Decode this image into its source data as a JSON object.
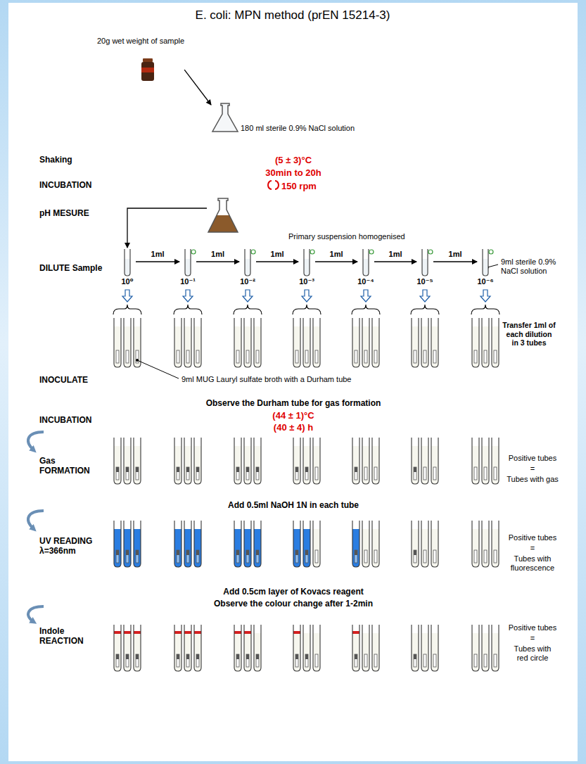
{
  "diagram": {
    "title": "E. coli: MPN method (prEN 15214-3)",
    "nodes": [
      {
        "text": [
          "20g wet weight of sample"
        ]
      },
      {
        "text": [
          "180 ml sterile 0.9% NaCl solution"
        ]
      },
      {
        "text": [
          "Primary suspension homogenised"
        ]
      },
      {
        "text": [
          "10⁰"
        ]
      },
      {
        "text": [
          "10⁻¹"
        ]
      },
      {
        "text": [
          "10⁻²"
        ]
      },
      {
        "text": [
          "10⁻³"
        ]
      },
      {
        "text": [
          "10⁻⁴"
        ]
      },
      {
        "text": [
          "10⁻⁵"
        ]
      },
      {
        "text": [
          "10⁻⁶"
        ]
      }
    ],
    "edges": [
      {
        "from": 0,
        "to": 1,
        "arrow": "to"
      },
      {
        "from": 2,
        "to": 3,
        "arrow": "to"
      },
      {
        "from": 3,
        "to": 4,
        "label": "1ml",
        "arrow": "to"
      },
      {
        "from": 4,
        "to": 5,
        "label": "1ml",
        "arrow": "to"
      },
      {
        "from": 5,
        "to": 6,
        "label": "1ml",
        "arrow": "to"
      },
      {
        "from": 6,
        "to": 7,
        "label": "1ml",
        "arrow": "to"
      },
      {
        "from": 7,
        "to": 8,
        "label": "1ml",
        "arrow": "to"
      },
      {
        "from": 8,
        "to": 9,
        "label": "1ml",
        "arrow": "to"
      }
    ],
    "labels": [
      "Shaking",
      "INCUBATION",
      "(5 ± 3)°C",
      "30min to 20h",
      "150 rpm",
      "pH MESURE",
      "DILUTE Sample",
      "9ml sterile 0.9% NaCl solution",
      "Transfer 1ml of each dilution in 3 tubes",
      "INOCULATE",
      "9ml MUG Lauryl sulfate broth with a Durham tube",
      "Observe the Durham tube for gas formation",
      "INCUBATION",
      "(44 ± 1)°C",
      "(40 ± 4) h",
      "Gas FORMATION",
      "Positive tubes",
      "=",
      "Tubes with gas",
      "Add 0.5ml NaOH 1N in each tube",
      "UV READING λ=366nm",
      "Positive tubes",
      "=",
      "Tubes with fluorescence",
      "Add 0.5cm layer of Kovacs reagent",
      "Observe the colour change after 1-2min",
      "Indole REACTION",
      "Positive tubes",
      "=",
      "Tubes with red circle"
    ]
  }
}
